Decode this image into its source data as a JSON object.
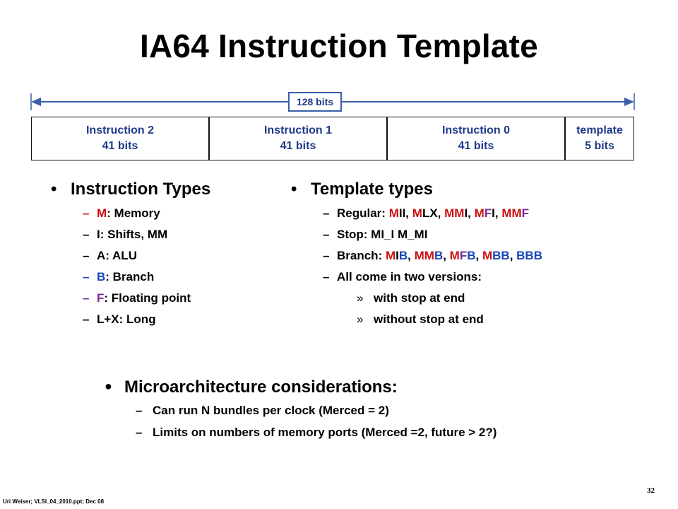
{
  "title": "IA64 Instruction Template",
  "bundle": {
    "width_label": "128 bits",
    "fields": [
      {
        "line1": "Instruction 2",
        "line2": "41 bits"
      },
      {
        "line1": "Instruction 1",
        "line2": "41 bits"
      },
      {
        "line1": "Instruction 0",
        "line2": "41 bits"
      },
      {
        "line1": "template",
        "line2": "5 bits"
      }
    ]
  },
  "instruction_types": {
    "heading": "Instruction Types",
    "items": [
      {
        "letter": "M",
        "rest": ": Memory",
        "color": "#cc1111"
      },
      {
        "letter": "I",
        "rest": ":   Shifts, MM",
        "color": "#000000"
      },
      {
        "letter": "A",
        "rest": ": ALU",
        "color": "#000000"
      },
      {
        "letter": "B",
        "rest": ":  Branch",
        "color": "#1746b8"
      },
      {
        "letter": "F",
        "rest": ":  Floating point",
        "color": "#7a2a9a"
      },
      {
        "letter": "L+X",
        "rest": ":  Long",
        "color": "#000000"
      }
    ]
  },
  "template_types": {
    "heading": "Template types",
    "regular_label": "Regular: ",
    "stop_label": "Stop: ",
    "stop_values": "MI_I  M_MI",
    "branch_label": "Branch:  ",
    "versions": "All come in two versions:",
    "with_stop": "with stop at end",
    "without_stop": "without stop at end"
  },
  "micro": {
    "heading": "Microarchitecture considerations:",
    "items": [
      "Can run N bundles per clock (Merced = 2)",
      "Limits on numbers of memory ports (Merced =2, future > 2?)"
    ]
  },
  "footer": {
    "left": "Uri Weiser;  VLSI_04_2010.ppt;     Dec 08",
    "page": "32"
  },
  "colors": {
    "memory": "#cc1111",
    "branch": "#1746b8",
    "float": "#7a2a9a",
    "field_text": "#1e3a8a"
  }
}
